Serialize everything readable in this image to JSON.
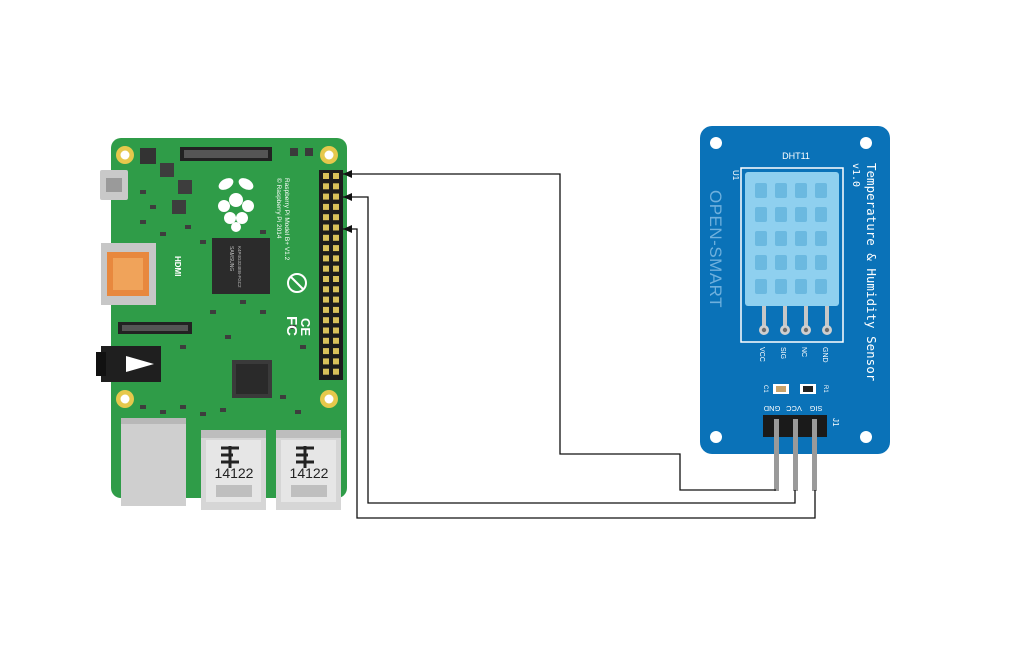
{
  "raspberry_pi": {
    "silk_model": "Raspberry Pi Model B+ V1.2",
    "silk_copyright": "© Raspberry Pi 2014",
    "hdmi_label": "HDMI",
    "usb_label_1": "14122",
    "usb_label_2": "14122",
    "chip_text_1": "SAMSUNG",
    "chip_text_2": "K4P4G324EB-FGC2"
  },
  "sensor_module": {
    "chip_label": "DHT11",
    "title": "Temperature & Humidity Sensor",
    "version": "v1.0",
    "brand": "OPEN-SMART",
    "u1_label": "U1",
    "j1_label": "J1",
    "c1_label": "C1",
    "r1_label": "R1",
    "sensor_pins": [
      "VCC",
      "SIG",
      "NC",
      "GND"
    ],
    "header_pins": [
      "GND",
      "VCC",
      "SIG"
    ]
  },
  "colors": {
    "pi_board": "#2f9c48",
    "sensor_board": "#0a72b8",
    "dht11_body": "#8fd0ef",
    "wire": "#111111"
  }
}
